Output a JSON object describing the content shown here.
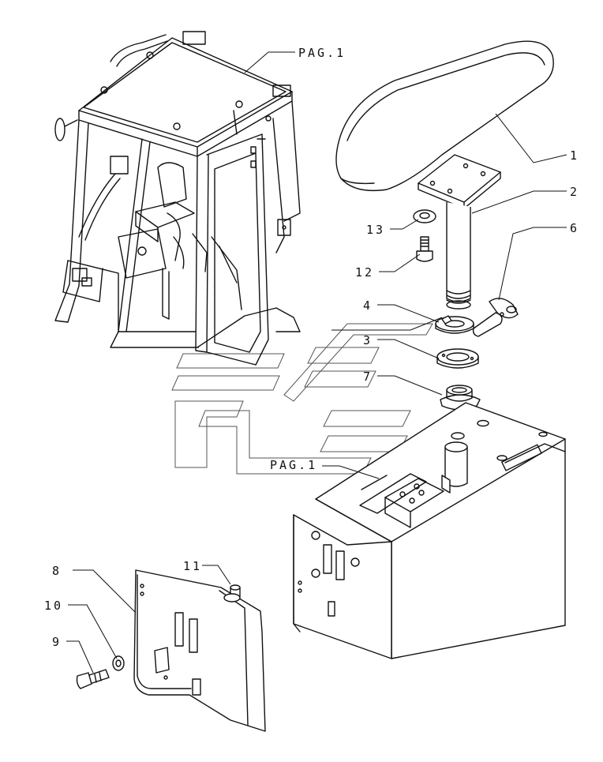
{
  "diagram": {
    "ref_labels": [
      {
        "id": "pag1-top",
        "text": "PAG.1"
      },
      {
        "id": "pag1-mid",
        "text": "PAG.1"
      }
    ],
    "callouts": [
      {
        "id": "c1",
        "text": "1"
      },
      {
        "id": "c2",
        "text": "2"
      },
      {
        "id": "c3",
        "text": "3"
      },
      {
        "id": "c4",
        "text": "4"
      },
      {
        "id": "c6",
        "text": "6"
      },
      {
        "id": "c7",
        "text": "7"
      },
      {
        "id": "c8",
        "text": "8"
      },
      {
        "id": "c9",
        "text": "9"
      },
      {
        "id": "c10",
        "text": "10"
      },
      {
        "id": "c11",
        "text": "11"
      },
      {
        "id": "c12",
        "text": "12"
      },
      {
        "id": "c13",
        "text": "13"
      }
    ]
  }
}
